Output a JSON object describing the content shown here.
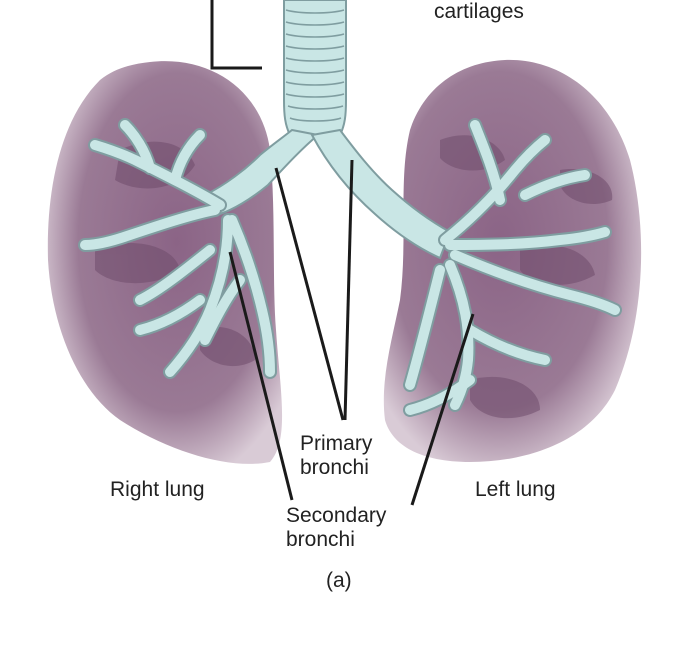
{
  "labels": {
    "cartilages": "cartilages",
    "right_lung": "Right lung",
    "left_lung": "Left lung",
    "primary_bronchi": "Primary\nbronchi",
    "secondary_bronchi": "Secondary\nbronchi",
    "figure_letter": "(a)"
  },
  "colors": {
    "lung": "#8e6a88",
    "lung_dark": "#6f4c6b",
    "airway": "#c9e6e5",
    "airway_outline": "#7f9da0",
    "leader_line": "#1a1a1a"
  }
}
